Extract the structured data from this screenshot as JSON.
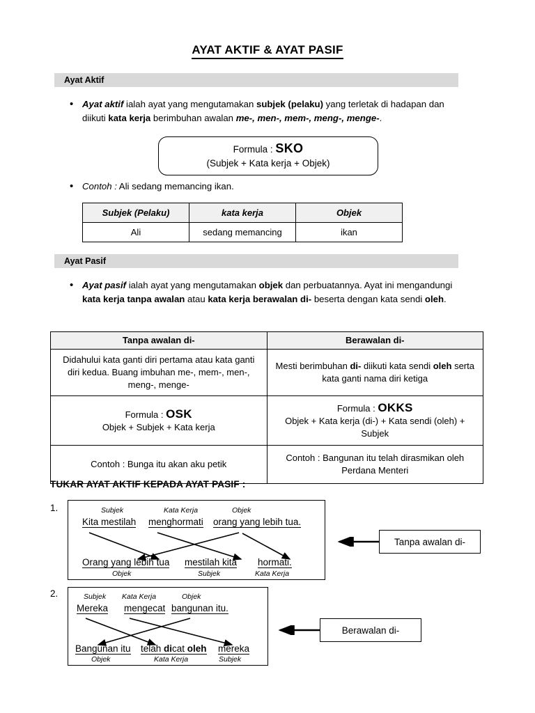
{
  "document": {
    "title": "AYAT AKTIF & AYAT PASIF"
  },
  "section_aktif": {
    "band_label": "Ayat Aktif",
    "bullet_dot": "•",
    "bullet": {
      "lead": "Ayat aktif",
      "part1": " ialah ayat yang mengutamakan ",
      "strong1": "subjek (pelaku)",
      "part2": " yang terletak di hadapan dan diikuti ",
      "strong2": "kata kerja",
      "part3": " berimbuhan awalan ",
      "strong3": "me-, men-, mem-, meng-, menge-",
      "part4": "."
    },
    "formula": {
      "prefix": "Formula : ",
      "code": "SKO",
      "expansion": "(Subjek  +  Kata kerja  +  Objek)"
    },
    "contoh": {
      "label": "Contoh :",
      "text": " Ali sedang memancing ikan."
    },
    "table": {
      "headers": [
        "Subjek (Pelaku)",
        "kata kerja",
        "Objek"
      ],
      "row": [
        "Ali",
        "sedang memancing",
        "ikan"
      ]
    }
  },
  "section_pasif": {
    "band_label": "Ayat Pasif",
    "bullet_dot": "•",
    "bullet": {
      "lead": "Ayat pasif",
      "part1": " ialah ayat yang mengutamakan ",
      "strong1": "objek",
      "part2": " dan perbuatannya. Ayat ini mengandungi ",
      "strong2": "kata kerja tanpa awalan",
      "part3": " atau ",
      "strong3": "kata kerja berawalan di-",
      "part4": " beserta dengan kata sendi ",
      "strong4": "oleh",
      "part5": "."
    },
    "table": {
      "headers": [
        "Tanpa awalan di-",
        "Berawalan di-"
      ],
      "rows": [
        {
          "left": "Didahului kata ganti diri pertama atau kata ganti diri kedua. Buang imbuhan me-, mem-, men-, meng-, menge-",
          "right_part1": "Mesti berimbuhan ",
          "right_strong1": "di-",
          "right_part2": " diikuti kata sendi ",
          "right_strong2": "oleh",
          "right_part3": " serta kata ganti nama diri ketiga"
        },
        {
          "left_prefix": "Formula : ",
          "left_code": "OSK",
          "left_expansion": "Objek + Subjek + Kata kerja",
          "right_prefix": "Formula : ",
          "right_code": "OKKS",
          "right_expansion": "Objek + Kata kerja (di-) + Kata sendi (oleh) + Subjek"
        },
        {
          "left": "Contoh : Bunga itu akan aku petik",
          "right": "Contoh : Bangunan itu telah dirasmikan oleh Perdana Menteri"
        }
      ]
    }
  },
  "tukar": {
    "heading": "TUKAR AYAT AKTIF KEPADA AYAT PASIF :",
    "examples": [
      {
        "number": "1.",
        "top_labels": [
          "Subjek",
          "Kata Kerja",
          "Objek"
        ],
        "top_phrases": [
          "Kita mestilah",
          "menghormati",
          "orang yang lebih tua."
        ],
        "bottom_phrases": [
          "Orang yang lebih tua",
          "mestilah kita",
          "hormati."
        ],
        "bottom_labels": [
          "Objek",
          "Subjek",
          "Kata Kerja"
        ],
        "callout": "Tanpa awalan di-"
      },
      {
        "number": "2.",
        "top_labels": [
          "Subjek",
          "Kata Kerja",
          "Objek"
        ],
        "top_phrases": [
          "Mereka",
          "mengecat",
          "bangunan itu."
        ],
        "bottom_phrase_1": "Bangunan itu",
        "bottom_phrase_2_part1": "telah ",
        "bottom_phrase_2_strong1": "di",
        "bottom_phrase_2_part2": "cat ",
        "bottom_phrase_2_strong2": "oleh",
        "bottom_phrase_3": "mereka",
        "bottom_labels": [
          "Objek",
          "Kata Kerja",
          "Subjek"
        ],
        "callout": "Berawalan di-"
      }
    ]
  },
  "colors": {
    "band_grey": "#d9d9d9",
    "table_header_grey": "#f0f0f0",
    "ink": "#000000",
    "paper": "#ffffff"
  }
}
